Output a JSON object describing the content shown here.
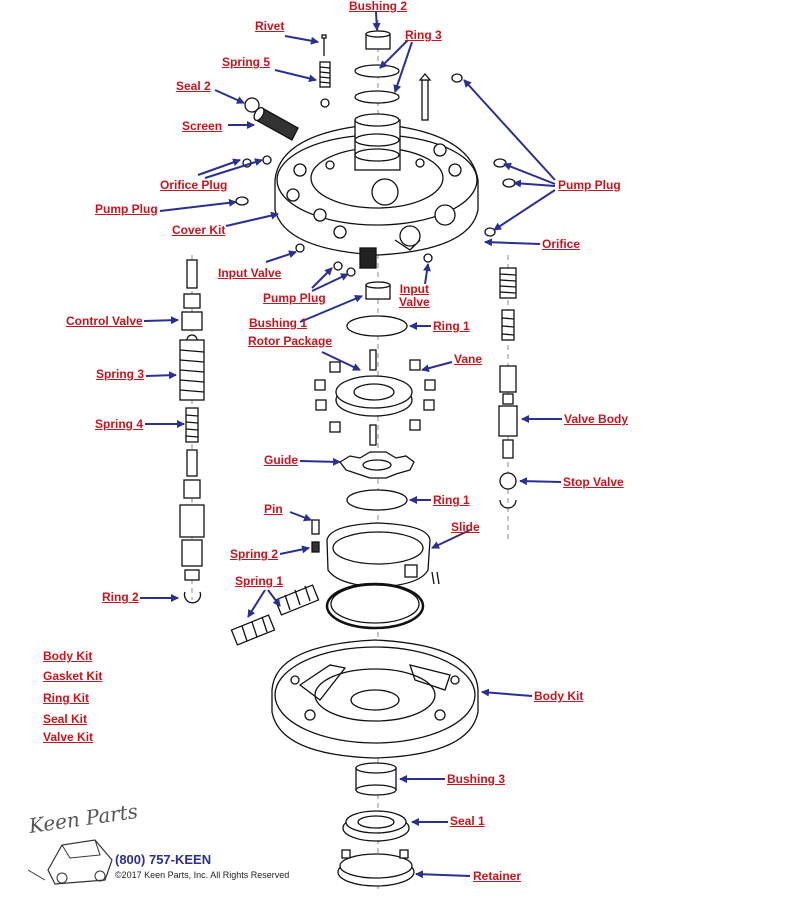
{
  "labels": {
    "bushing2": "Bushing 2",
    "rivet": "Rivet",
    "ring3": "Ring 3",
    "spring5": "Spring 5",
    "seal2": "Seal 2",
    "screen": "Screen",
    "orifice_plug": "Orifice Plug",
    "pump_plug": "Pump Plug",
    "cover_kit": "Cover Kit",
    "orifice": "Orifice",
    "input_valve": "Input Valve",
    "input_valve_2": "Input\nValve",
    "control_valve": "Control Valve",
    "bushing1": "Bushing 1",
    "ring1": "Ring 1",
    "rotor_package": "Rotor Package",
    "vane": "Vane",
    "spring3": "Spring 3",
    "valve_body": "Valve Body",
    "spring4": "Spring 4",
    "guide": "Guide",
    "stop_valve": "Stop Valve",
    "pin": "Pin",
    "slide": "Slide",
    "spring2": "Spring 2",
    "spring1": "Spring 1",
    "ring2": "Ring 2",
    "body_kit": "Body Kit",
    "bushing3": "Bushing 3",
    "seal1": "Seal 1",
    "retainer": "Retainer"
  },
  "kits": [
    "Body Kit",
    "Gasket Kit",
    "Ring Kit",
    "Seal Kit",
    "Valve Kit"
  ],
  "footer": {
    "logo_text": "Keen Parts",
    "phone": "(800) 757-KEEN",
    "copyright": "©2017 Keen Parts, Inc. All Rights Reserved"
  },
  "colors": {
    "label": "#c8141c",
    "arrow": "#2b2f8f",
    "line": "#111111"
  }
}
